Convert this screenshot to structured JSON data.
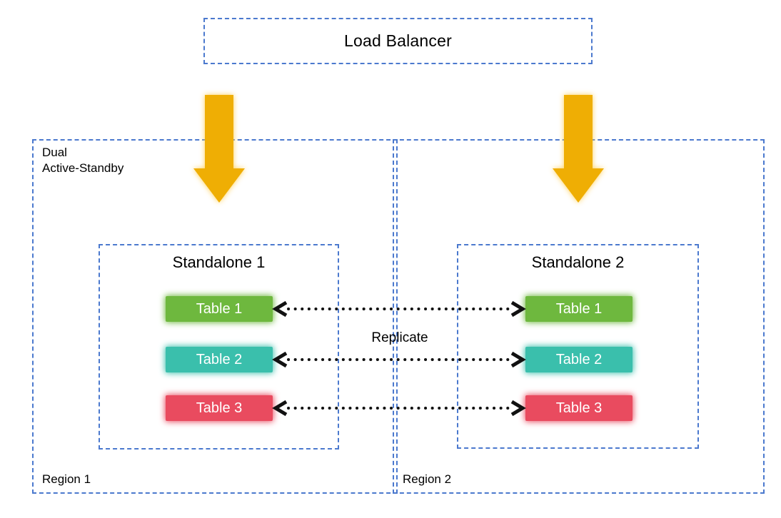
{
  "diagram": {
    "load_balancer_label": "Load Balancer",
    "cluster_label": {
      "line1": "Dual",
      "line2": "Active-Standby"
    },
    "replicate_label": "Replicate",
    "regions": [
      {
        "label": "Region 1",
        "standalone": {
          "label": "Standalone 1",
          "tables": [
            {
              "label": "Table 1",
              "color": "#6eb83e"
            },
            {
              "label": "Table 2",
              "color": "#3abfac"
            },
            {
              "label": "Table 3",
              "color": "#e94b5f"
            }
          ]
        }
      },
      {
        "label": "Region 2",
        "standalone": {
          "label": "Standalone 2",
          "tables": [
            {
              "label": "Table 1",
              "color": "#6eb83e"
            },
            {
              "label": "Table 2",
              "color": "#3abfac"
            },
            {
              "label": "Table 3",
              "color": "#e94b5f"
            }
          ]
        }
      }
    ],
    "colors": {
      "dashed_border": "#4b79ce",
      "flow_arrow": "#efae04",
      "connector": "#111111"
    }
  }
}
